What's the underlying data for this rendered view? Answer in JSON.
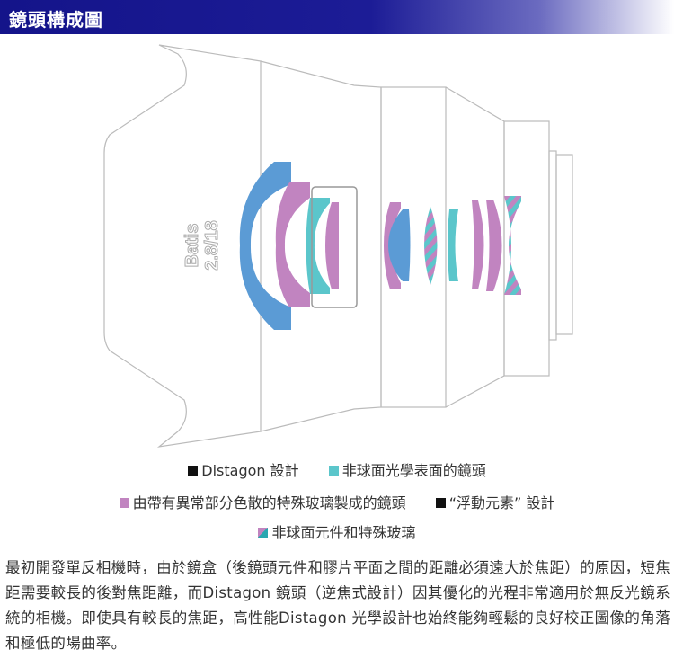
{
  "header": {
    "title": "鏡頭構成圖"
  },
  "diagram": {
    "lens_label_line1": "Batis",
    "lens_label_line2": "2.8/18"
  },
  "colors": {
    "header": "#14148a",
    "blue": "#5b9bd5",
    "purple": "#c184c0",
    "teal": "#5bc6cb"
  },
  "legend": [
    {
      "label": "Distagon 設計",
      "swatch": "#111111"
    },
    {
      "label": "非球面光學表面的鏡頭",
      "swatch": "#5bc6cb"
    },
    {
      "label": "由帶有異常部分色散的特殊玻璃製成的鏡頭",
      "swatch": "#c184c0"
    },
    {
      "label": "“浮動元素” 設計",
      "swatch": "#111111"
    },
    {
      "label": "非球面元件和特殊玻璃",
      "swatch": "split"
    }
  ],
  "paragraph": "最初開發單反相機時，由於鏡盒（後鏡頭元件和膠片平面之間的距離必須遠大於焦距）的原因，短焦距需要較長的後對焦距離，而Distagon 鏡頭（逆焦式設計）因其優化的光程非常適用於無反光鏡系統的相機。即使具有較長的焦距，高性能Distagon 光學設計也始終能夠輕鬆的良好校正圖像的角落和極低的場曲率。"
}
